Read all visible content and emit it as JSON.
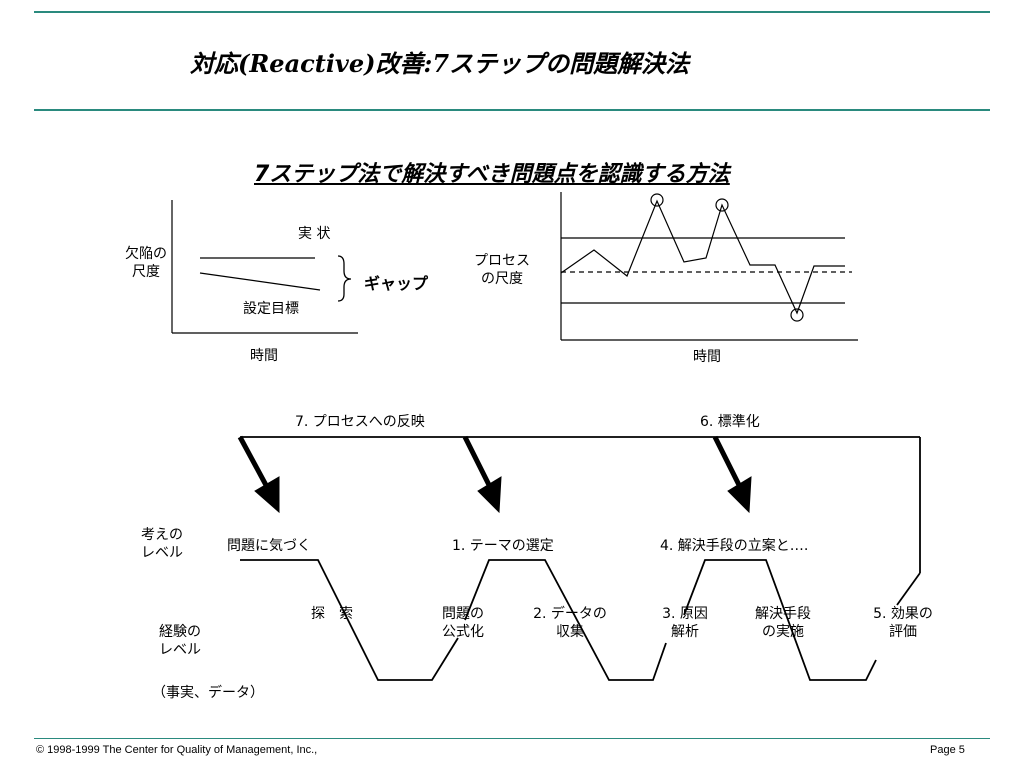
{
  "header": {
    "title": "対応(Reactive)改善:7ステップの問題解決法"
  },
  "subtitle": "7ステップ法で解決すべき問題点を認識する方法",
  "left_chart": {
    "y_label_line1": "欠陥の",
    "y_label_line2": "尺度",
    "actual_label": "実 状",
    "target_label": "設定目標",
    "gap_label": "ギャップ",
    "x_label": "時間"
  },
  "right_chart": {
    "y_label_line1": "プロセス",
    "y_label_line2": "の尺度",
    "x_label": "時間"
  },
  "process": {
    "feedback_7": "7. プロセスへの反映",
    "feedback_6": "6. 標準化",
    "thinking_level_line1": "考えの",
    "thinking_level_line2": "レベル",
    "experience_level_line1": "経験の",
    "experience_level_line2": "レベル",
    "facts_note": "（事実、データ）",
    "step_notice": "問題に気づく",
    "step_explore": "探　索",
    "step_1": "1. テーマの選定",
    "step_formalize_line1": "問題の",
    "step_formalize_line2": "公式化",
    "step_2_line1": "2. データの",
    "step_2_line2": "収集",
    "step_3_line1": "3. 原因",
    "step_3_line2": "解析",
    "step_4": "4. 解決手段の立案と‥‥",
    "step_implement_line1": "解決手段",
    "step_implement_line2": "の実施",
    "step_5_line1": "5. 効果の",
    "step_5_line2": "評価"
  },
  "footer": {
    "copyright": "© 1998-1999   The Center for Quality of Management, Inc.,",
    "page": "Page 5"
  },
  "colors": {
    "rule": "#2a8a7e"
  }
}
